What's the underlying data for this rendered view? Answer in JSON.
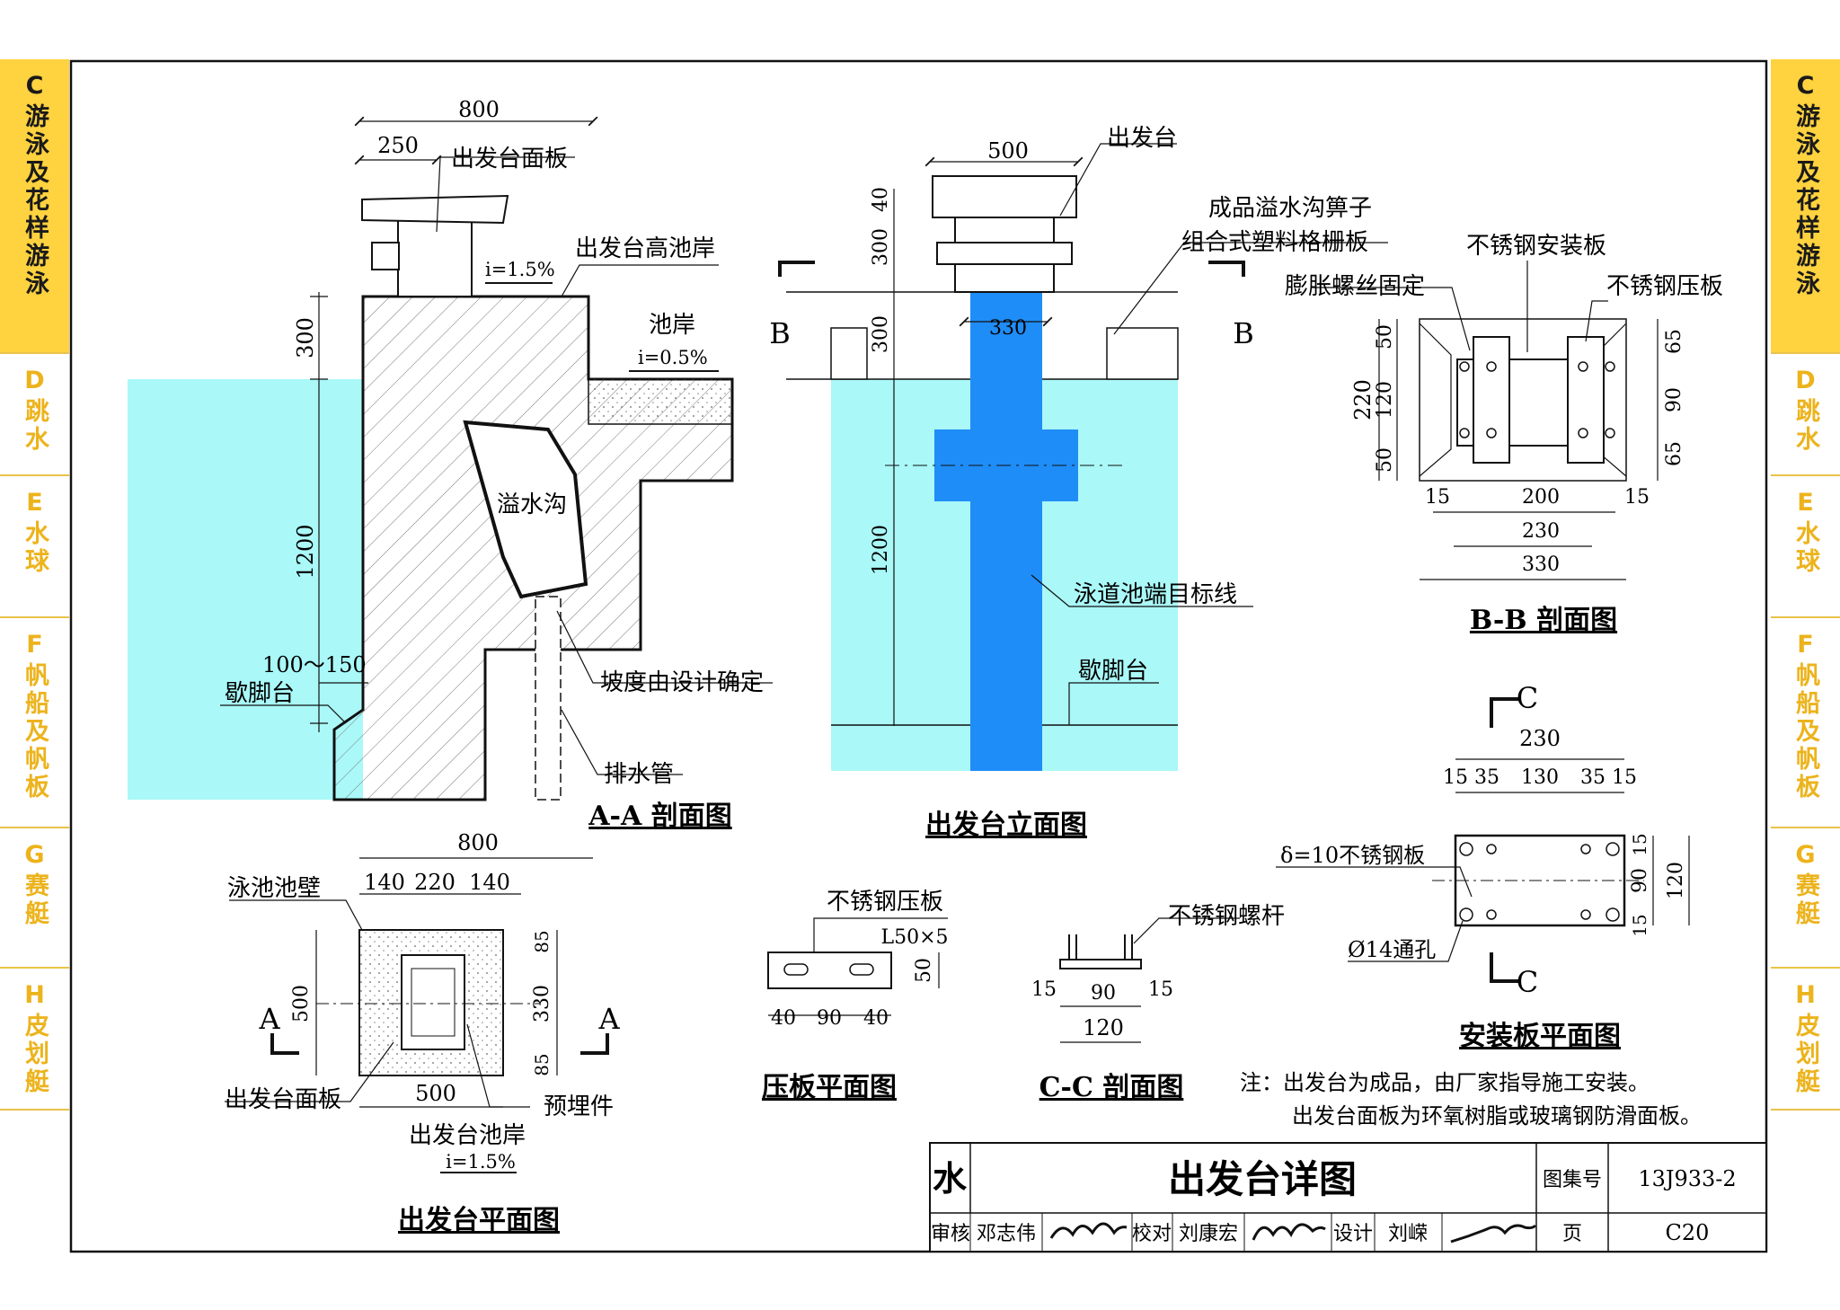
{
  "sidebar_tabs": [
    {
      "label": "C游泳及花样游泳",
      "active": true
    },
    {
      "label": "D跳水",
      "active": false
    },
    {
      "label": "E水球",
      "active": false
    },
    {
      "label": "F帆船及帆板",
      "active": false
    },
    {
      "label": "G赛艇",
      "active": false
    },
    {
      "label": "H皮划艇",
      "active": false
    }
  ],
  "colors": {
    "water": "#aaf8f8",
    "blue_line": "#1f8df7",
    "tab_yellow": "#ffd23f",
    "tab_text": "#ecb31c"
  },
  "section_aa": {
    "title": "A-A 剖面图",
    "dim_top": "800",
    "dim_top_small": "250",
    "label_panel": "出发台面板",
    "label_high_deck": "出发台高池岸",
    "slope_top": "i=1.5%",
    "label_deck": "池岸",
    "slope_deck": "i=0.5%",
    "dim_300": "300",
    "dim_1200": "1200",
    "dim_ledge": "100～150",
    "label_rest_ledge": "歇脚台",
    "label_gutter": "溢水沟",
    "label_slope_note": "坡度由设计确定",
    "label_drain": "排水管"
  },
  "elevation": {
    "title": "出发台立面图",
    "dim_500": "500",
    "dim_40": "40",
    "dim_300a": "300",
    "dim_300b": "300",
    "dim_330": "330",
    "dim_1200": "1200",
    "label_block": "出发台",
    "label_grate_1": "成品溢水沟箅子",
    "label_grate_2": "组合式塑料格栅板",
    "label_target": "泳道池端目标线",
    "label_rest_ledge": "歇脚台",
    "cut_label": "B"
  },
  "section_bb": {
    "title": "B-B 剖面图",
    "label_ss_mount": "不锈钢安装板",
    "label_bolt": "膨胀螺丝固定",
    "label_ss_press": "不锈钢压板",
    "dims_left": [
      "220",
      "50",
      "120",
      "50"
    ],
    "dims_right": [
      "65",
      "90",
      "65"
    ],
    "dims_bottom": [
      "15",
      "200",
      "15",
      "230",
      "330"
    ]
  },
  "plan_mount": {
    "title": "安装板平面图",
    "cut_label": "C",
    "dim_230": "230",
    "dims_row": [
      "15",
      "35",
      "130",
      "35",
      "15"
    ],
    "dims_right": [
      "15",
      "90",
      "15",
      "120"
    ],
    "label_plate": "δ=10不锈钢板",
    "label_hole": "Ø14通孔"
  },
  "plan_press": {
    "title": "压板平面图",
    "label": "不锈钢压板",
    "angle": "L50×5",
    "dim_50": "50",
    "dims": [
      "40",
      "90",
      "40"
    ]
  },
  "section_cc": {
    "title": "C-C 剖面图",
    "label": "不锈钢螺杆",
    "dims": [
      "15",
      "90",
      "15"
    ],
    "dim_120": "120"
  },
  "plan_block": {
    "title": "出发台平面图",
    "cut_label": "A",
    "dim_800": "800",
    "dims_top": [
      "140",
      "220",
      "140"
    ],
    "dim_500_side": "500",
    "dims_right": [
      "85",
      "330",
      "85"
    ],
    "dim_500_bottom": "500",
    "label_wall": "泳池池壁",
    "label_panel": "出发台面板",
    "label_embed": "预埋件",
    "label_deck": "出发台池岸",
    "slope": "i=1.5%"
  },
  "notes": {
    "line1": "注：出发台为成品，由厂家指导施工安装。",
    "line2": "出发台面板为环氧树脂或玻璃钢防滑面板。"
  },
  "title_block": {
    "category": "水",
    "drawing_title": "出发台详图",
    "atlas_label": "图集号",
    "atlas_no": "13J933-2",
    "review_label": "审核",
    "reviewer": "邓志伟",
    "check_label": "校对",
    "checker": "刘康宏",
    "design_label": "设计",
    "designer": "刘嵘",
    "page_label": "页",
    "page_no": "C20"
  }
}
